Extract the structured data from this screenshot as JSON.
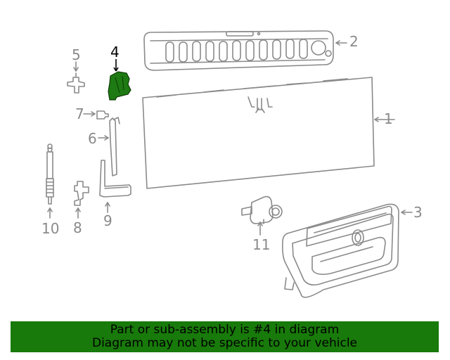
{
  "callouts": {
    "c1": "1",
    "c2": "2",
    "c3": "3",
    "c4": "4",
    "c5": "5",
    "c6": "6",
    "c7": "7",
    "c8": "8",
    "c9": "9",
    "c10": "10",
    "c11": "11"
  },
  "highlight": {
    "part": "4",
    "color": "#1e7a12"
  },
  "banner": {
    "line1": "Part or sub-assembly is #4 in diagram",
    "line2": "Diagram may not be specific to your vehicle",
    "background": "#187a0a"
  }
}
